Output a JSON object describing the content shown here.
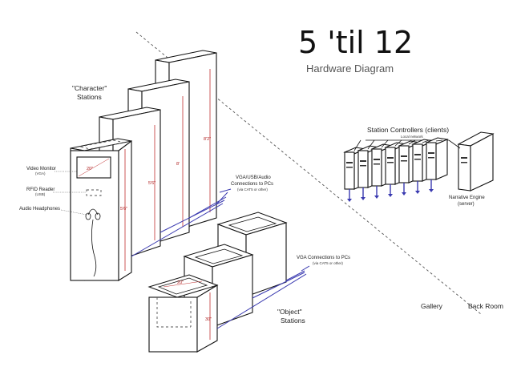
{
  "title": "5 'til 12",
  "subtitle": "Hardware Diagram",
  "character_stations": {
    "label_line1": "\"Character\"",
    "label_line2": "Stations"
  },
  "object_stations": {
    "label_line1": "\"Object\"",
    "label_line2": "Stations"
  },
  "kiosk": {
    "video_monitor": "Video Monitor",
    "video_monitor_sub": "(VGA)",
    "rfid_reader": "RFID Reader",
    "rfid_reader_sub": "(USB)",
    "audio_headphones": "Audio Headphones"
  },
  "connections": {
    "vga_usb_audio_line1": "VGA/USB/Audio",
    "vga_usb_audio_line2": "Connections to PCs",
    "vga_usb_audio_sub": "(via CAT5 or other)",
    "vga_line1": "VGA Connections to PCs",
    "vga_sub": "(via CAT5 or other)"
  },
  "controllers": {
    "label": "Station Controllers (clients)",
    "network": "Local network",
    "count": 7
  },
  "server": {
    "line1": "Narrative Engine",
    "line2": "(server)"
  },
  "zones": {
    "gallery": "Gallery",
    "back_room": "Back Room"
  },
  "measurements": {
    "tall_station_1": "8'2\"",
    "tall_station_2": "8'",
    "tall_station_3": "5'6\"",
    "front_kiosk": "5'6\"",
    "kiosk_screen": "20\"",
    "object_screen": "20\"",
    "object_height": "30\""
  },
  "colors": {
    "dimension": "#c03030",
    "cable": "#3a3ab0",
    "outline": "#111111"
  }
}
